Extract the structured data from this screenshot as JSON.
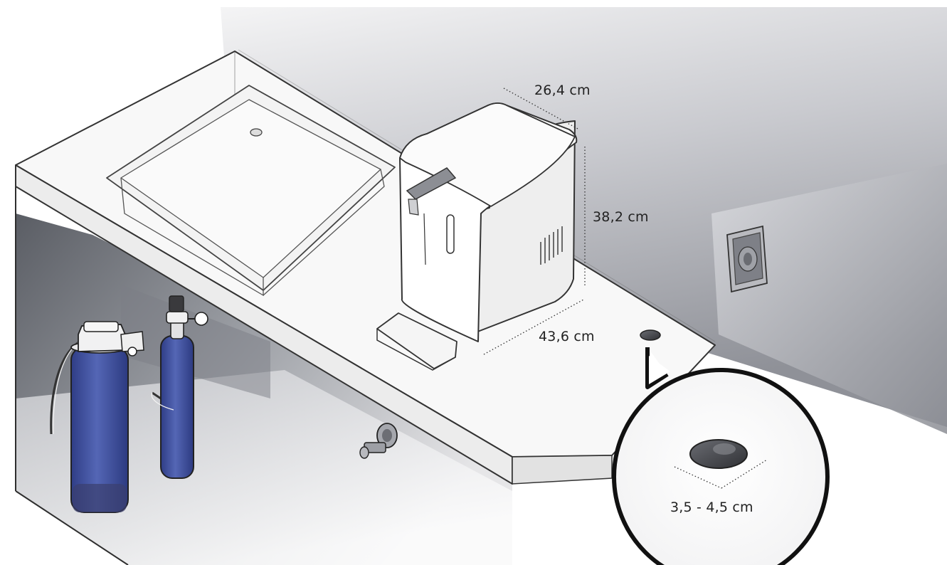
{
  "dimensions": {
    "width": "26,4 cm",
    "height": "38,2 cm",
    "depth": "43,6 cm",
    "hole_diameter": "3,5 - 4,5 cm"
  },
  "colors": {
    "cabinet_shadow": "#5e6168",
    "wall_gradient_top": "#eeeeef",
    "wall_gradient_bottom": "#9a9ca3",
    "countertop": "#f7f7f7",
    "line": "#3a3a3a",
    "filter_cartridge": "#3f4f9c",
    "co2_cylinder": "#4759a8",
    "hole": "#55575d"
  },
  "icons": {
    "sink": "sink-icon",
    "water-dispenser": "water-dispenser-icon",
    "power-socket": "power-socket-icon",
    "water-filter": "water-filter-icon",
    "co2-cylinder": "co2-cylinder-icon",
    "countertop-hole": "countertop-hole-icon",
    "magnifier-callout": "magnifier-callout-icon"
  }
}
